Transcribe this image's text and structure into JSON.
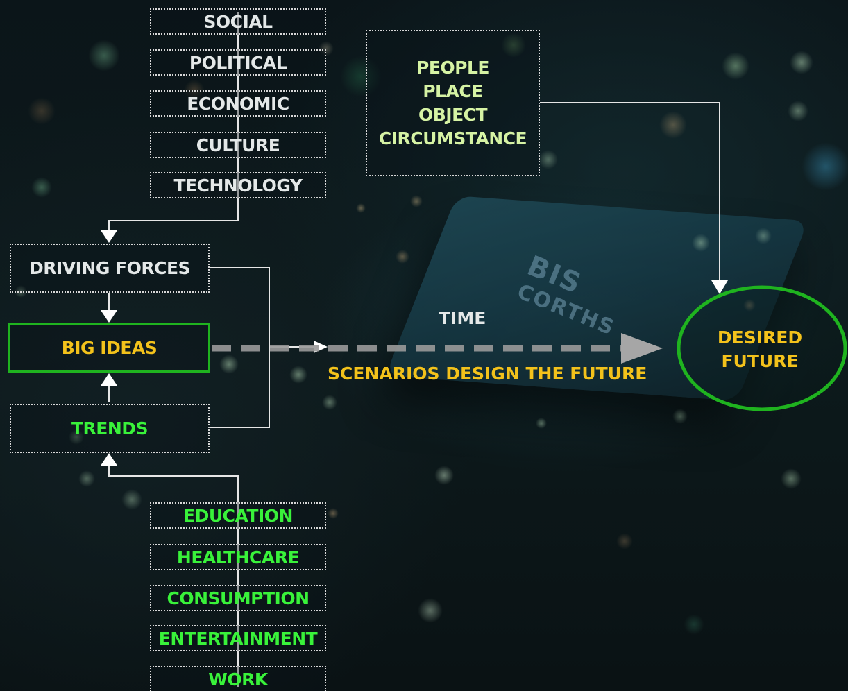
{
  "background": {
    "logo_text": "BIS",
    "logo_sub": "CORTHS"
  },
  "top_factors": [
    "SOCIAL",
    "POLITICAL",
    "ECONOMIC",
    "CULTURE",
    "TECHNOLOGY"
  ],
  "driving_forces": "DRIVING FORCES",
  "big_ideas": "BIG IDEAS",
  "trends": "TRENDS",
  "bottom_factors": [
    "EDUCATION",
    "HEALTHCARE",
    "CONSUMPTION",
    "ENTERTAINMENT",
    "WORK"
  ],
  "ppoc": [
    "PEOPLE",
    "PLACE",
    "OBJECT",
    "CIRCUMSTANCE"
  ],
  "time_label": "TIME",
  "scenarios_label": "SCENARIOS DESIGN THE  FUTURE",
  "desired_future": [
    "DESIRED",
    "FUTURE"
  ],
  "colors": {
    "white_text": "#e4e8e8",
    "green_text": "#39f23a",
    "yellow_text": "#f3c21b",
    "green_outline": "#1fb31f",
    "dashed_arrow": "#9a9a9a"
  }
}
